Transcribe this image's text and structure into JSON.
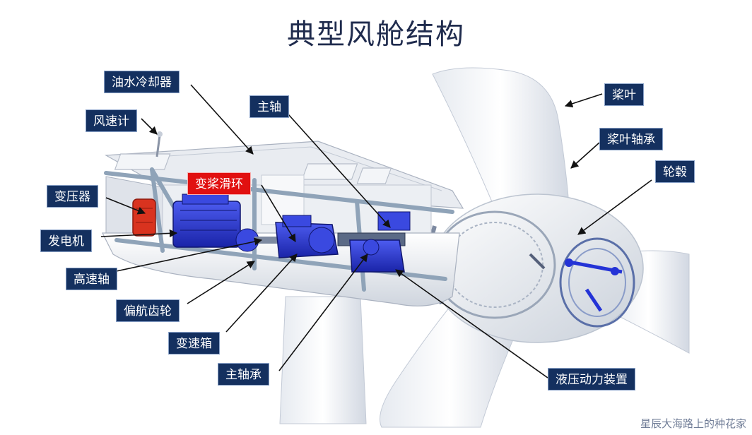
{
  "title": "典型风舱结构",
  "labels": {
    "oil_water_cooler": "油水冷却器",
    "anemometer": "风速计",
    "transformer": "变压器",
    "generator": "发电机",
    "high_speed_shaft": "高速轴",
    "yaw_gear": "偏航齿轮",
    "gearbox": "变速箱",
    "main_bearing": "主轴承",
    "pitch_slip_ring": "变桨滑环",
    "main_shaft": "主轴",
    "blade": "桨叶",
    "blade_bearing": "桨叶轴承",
    "hub": "轮毂",
    "hydraulic_unit": "液压动力装置"
  },
  "watermark": "星辰大海路上的种花家",
  "colors": {
    "label_bg": "#14305f",
    "highlight_label_bg": "#e11010",
    "title": "#1f2b4d",
    "machinery": "#2433d6",
    "transformer": "#d9331f"
  }
}
